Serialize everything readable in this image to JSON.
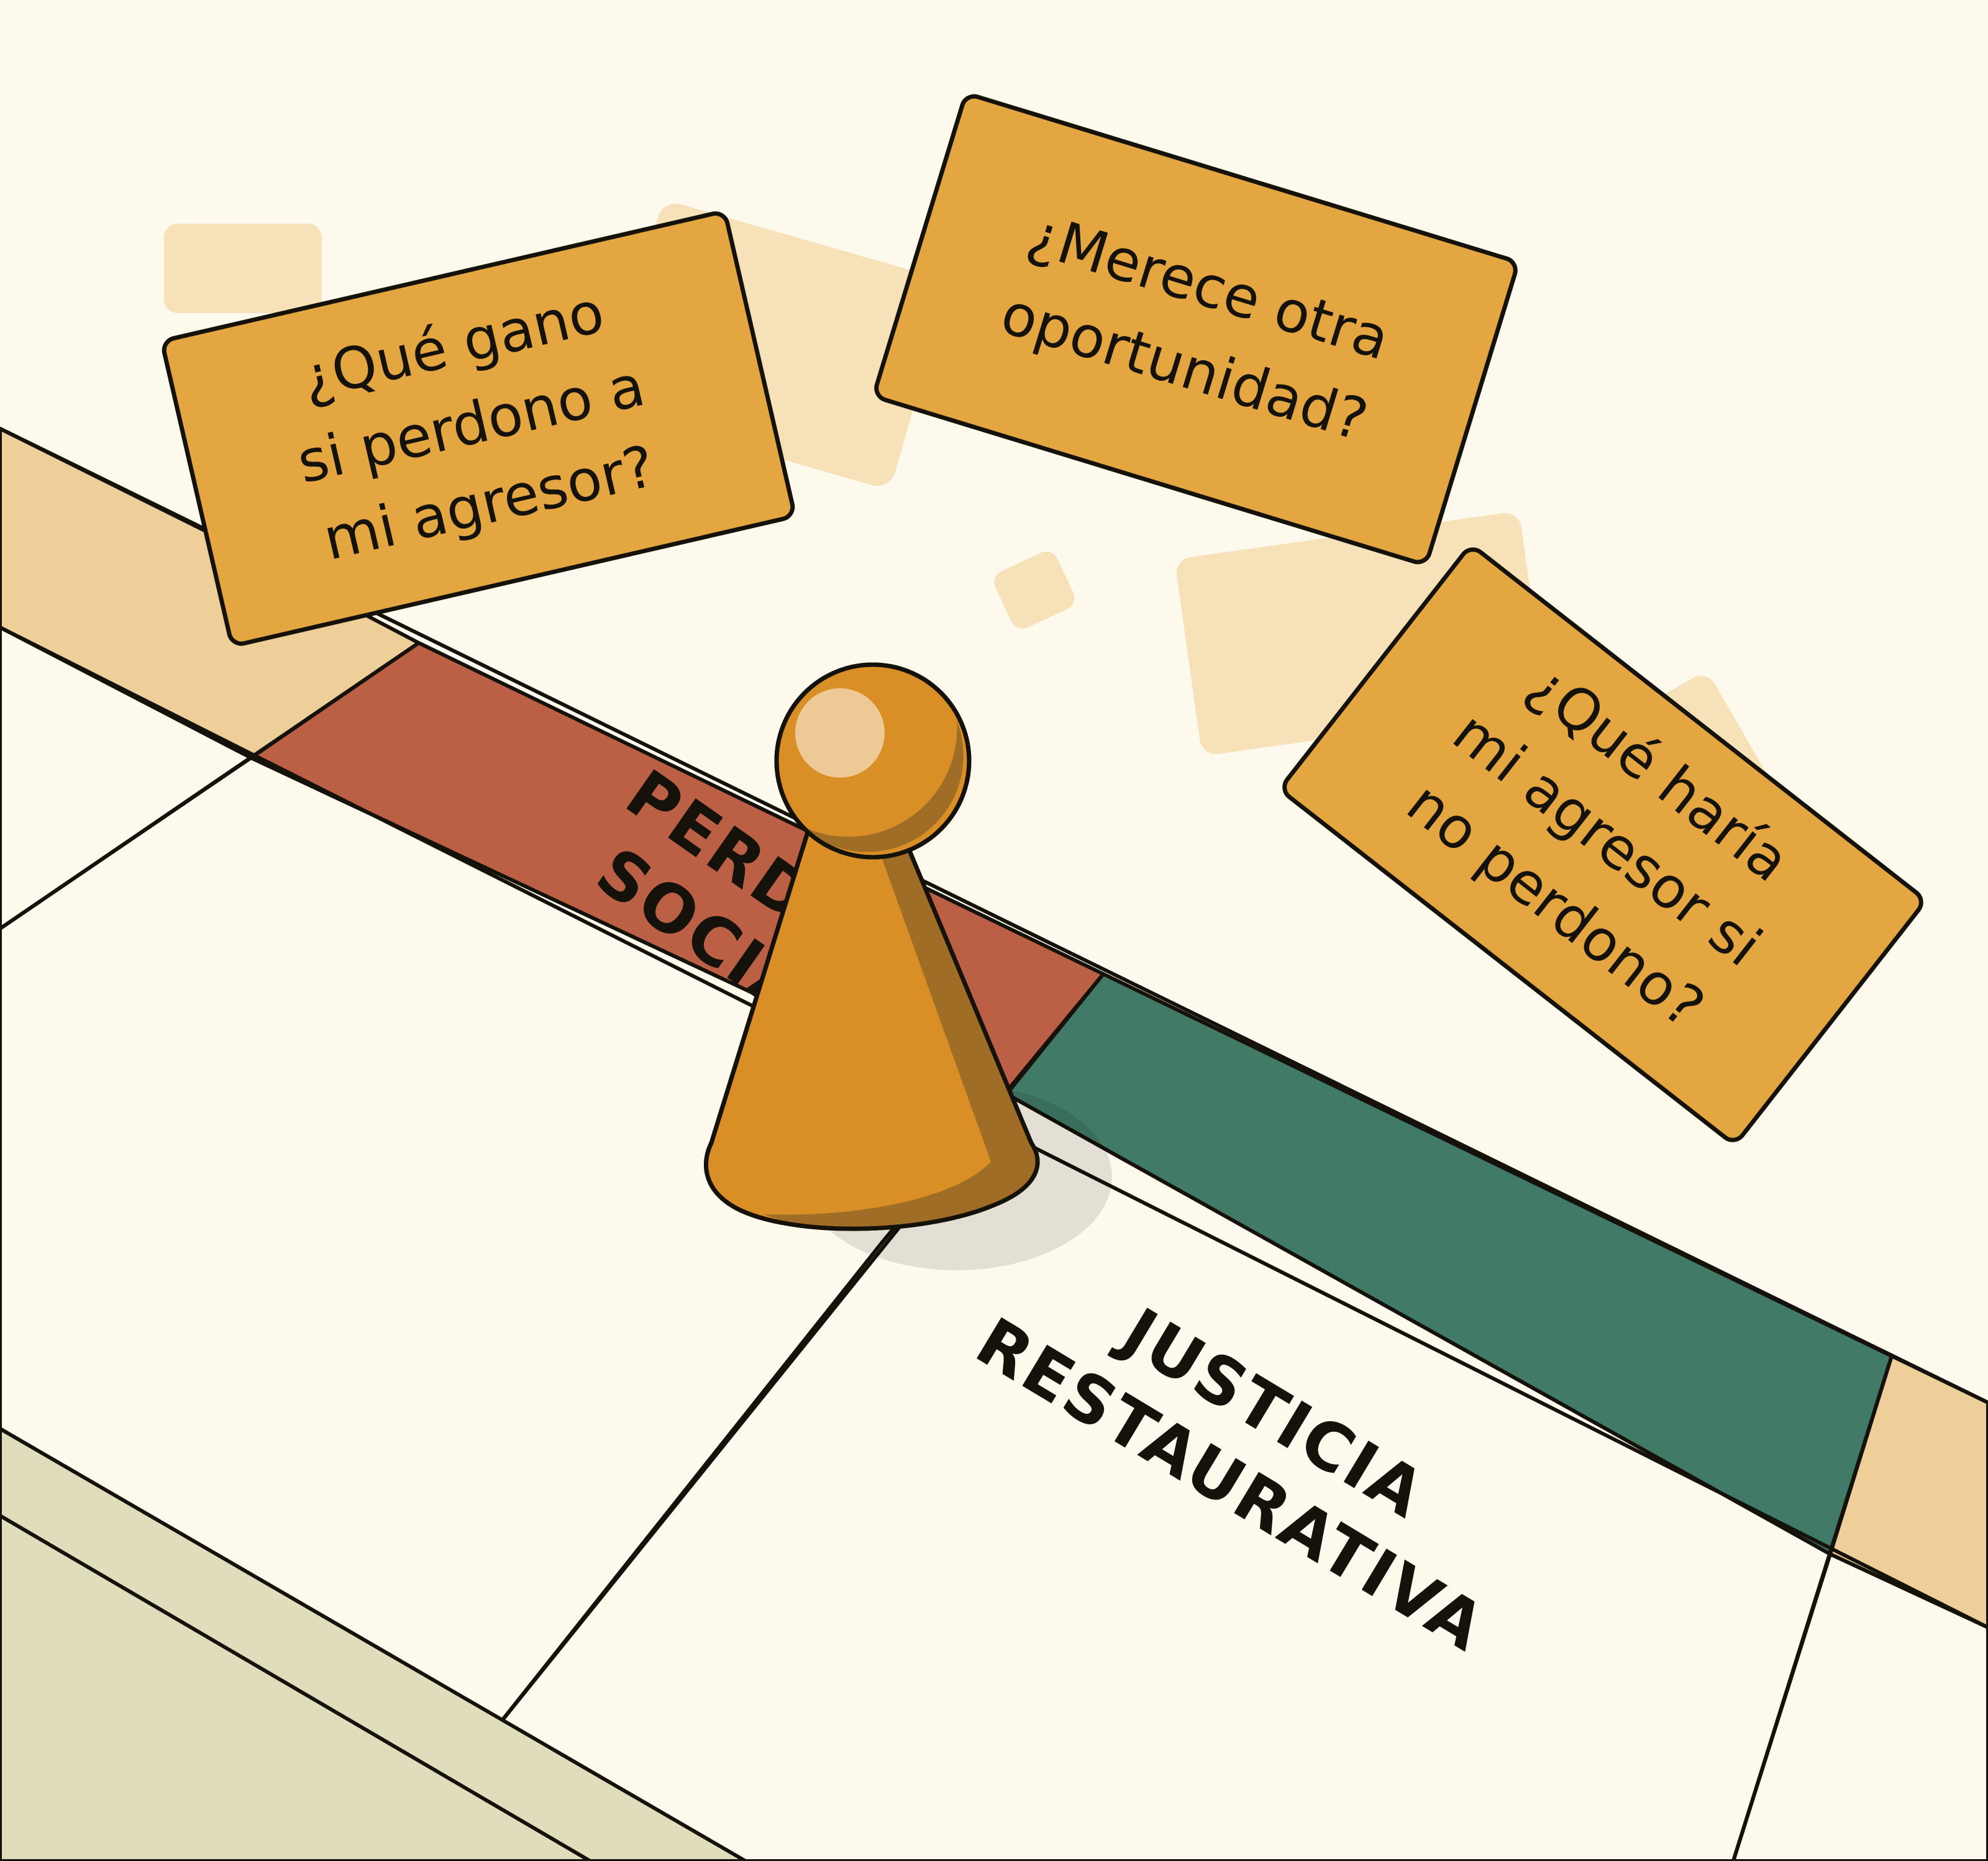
{
  "board": {
    "colors": {
      "background": "#fdf9ec",
      "track_light": "#eecf99",
      "space_red": "#bb5f45",
      "space_green": "#417a66",
      "board_edge": "#e0ddbd",
      "card": "#e4a640",
      "card_ghost": "#f6e1b9",
      "pawn": "#d98f26",
      "pawn_shadow": "#a06d26",
      "pawn_highlight": "#edc995",
      "outline": "#15110b"
    },
    "spaces": [
      {
        "id": "perdon-social",
        "lines": [
          "PERDÓN",
          "SOCIAL"
        ],
        "color": "red"
      },
      {
        "id": "justicia-restaurativa",
        "lines": [
          "JUSTICIA",
          "RESTAURATIVA"
        ],
        "color": "green"
      }
    ]
  },
  "cards": [
    {
      "id": "card-que-gano",
      "lines": [
        "¿Qué gano",
        "si perdono a",
        "mi agresor?"
      ]
    },
    {
      "id": "card-merece",
      "lines": [
        "¿Merece otra",
        "oportunidad?"
      ]
    },
    {
      "id": "card-que-haria",
      "lines": [
        "¿Qué haría",
        "mi agresor si",
        "no perdono?"
      ]
    }
  ],
  "pawn": {
    "icon": "game-pawn-icon",
    "color": "#d98f26"
  }
}
